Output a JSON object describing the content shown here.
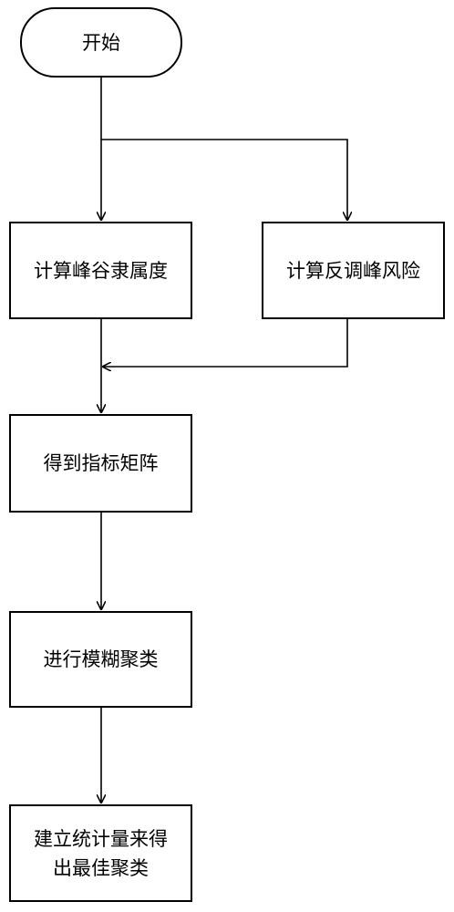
{
  "flowchart": {
    "start": "开始",
    "calc_membership": "计算峰谷隶属度",
    "calc_risk": "计算反调峰风险",
    "index_matrix": "得到指标矩阵",
    "fuzzy_cluster": "进行模糊聚类",
    "best_cluster": "建立统计量来得\n出最佳聚类"
  }
}
